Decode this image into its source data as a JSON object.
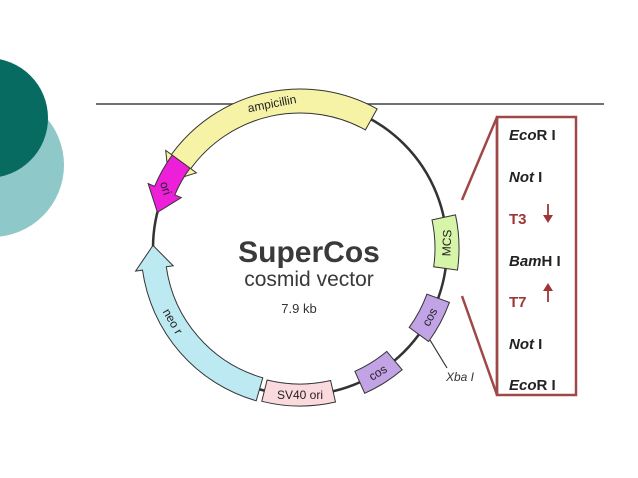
{
  "vector": {
    "name": "SuperCos",
    "subtitle": "cosmid vector",
    "size": "7.9 kb"
  },
  "features": {
    "ampicillin": "ampicillin",
    "ori": "ori",
    "neo": "neo r",
    "sv40": "SV40 ori",
    "cos_lower": "cos",
    "cos_upper": "cos",
    "mcs": "MCS",
    "xba": "Xba I"
  },
  "mcs_sites": [
    {
      "text": "EcoR I",
      "italic": "Eco"
    },
    {
      "text": "Not I",
      "italic": "Not"
    },
    {
      "text": "T3",
      "promoter": true
    },
    {
      "text": "BamH I",
      "italic": "Bam"
    },
    {
      "text": "T7",
      "promoter": true
    },
    {
      "text": "Not I",
      "italic": "Not"
    },
    {
      "text": "EcoR I",
      "italic": "Eco"
    }
  ],
  "colors": {
    "ampicillin": "#f6f3a6",
    "ori": "#ee1fd9",
    "neo": "#bde9f2",
    "sv40": "#fadadd",
    "cos": "#c2a3e6",
    "mcs": "#d6f5a8",
    "bracket": "#a04848",
    "backbone": "#333333"
  }
}
